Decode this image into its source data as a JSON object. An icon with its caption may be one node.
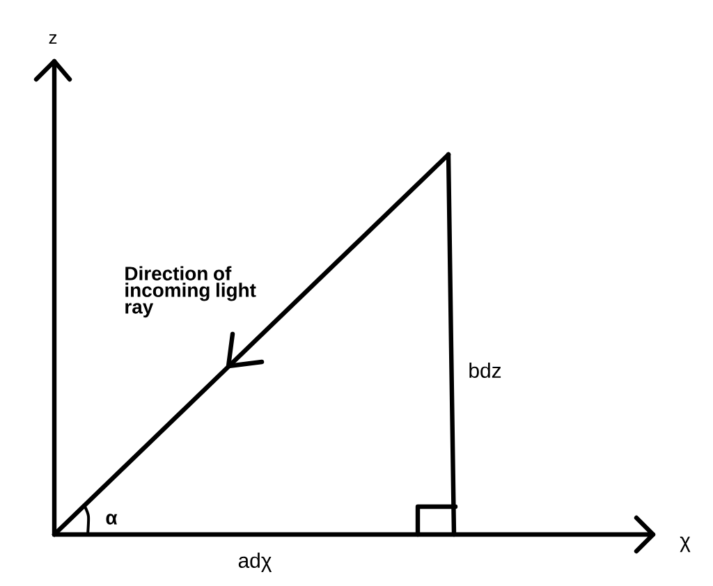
{
  "diagram": {
    "labels": [
      "z",
      "Direction of incoming light ray",
      "bdz",
      "α",
      "adχ",
      "χ"
    ]
  }
}
